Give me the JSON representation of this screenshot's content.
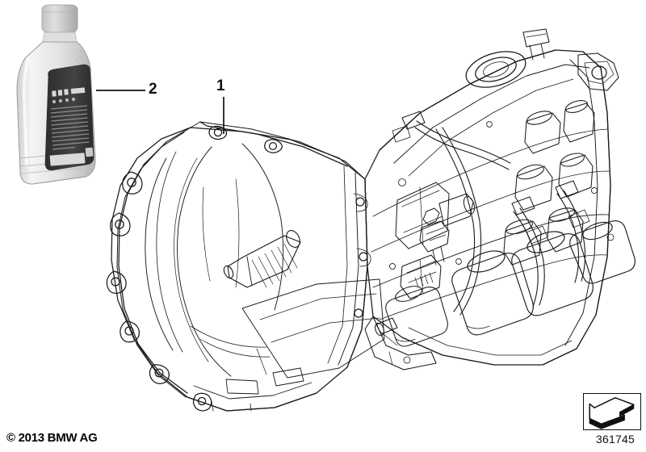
{
  "document": {
    "type": "parts-diagram",
    "background_color": "#ffffff",
    "line_color": "#1a1a1a"
  },
  "callouts": [
    {
      "number": "1",
      "refers_to": "transmission-assembly",
      "leader": "vertical"
    },
    {
      "number": "2",
      "refers_to": "oil-bottle",
      "leader": "horizontal"
    }
  ],
  "parts": {
    "transmission": {
      "name": "manual-transmission-assembly",
      "features": [
        "bell-housing",
        "input-shaft-splined",
        "gearbox-case",
        "hydraulic-valve-block",
        "actuator-cylinders",
        "hydraulic-hoses",
        "rear-housing-mount"
      ]
    },
    "oil_bottle": {
      "name": "gear-oil-bottle",
      "cap_color": "#b9b9b9",
      "body_color": "#e8e8e8",
      "label_color": "#3a3a3a"
    }
  },
  "footer": {
    "copyright": "© 2013 BMW AG",
    "part_number": "361745",
    "orientation_icon": "arrow-3d-icon"
  }
}
